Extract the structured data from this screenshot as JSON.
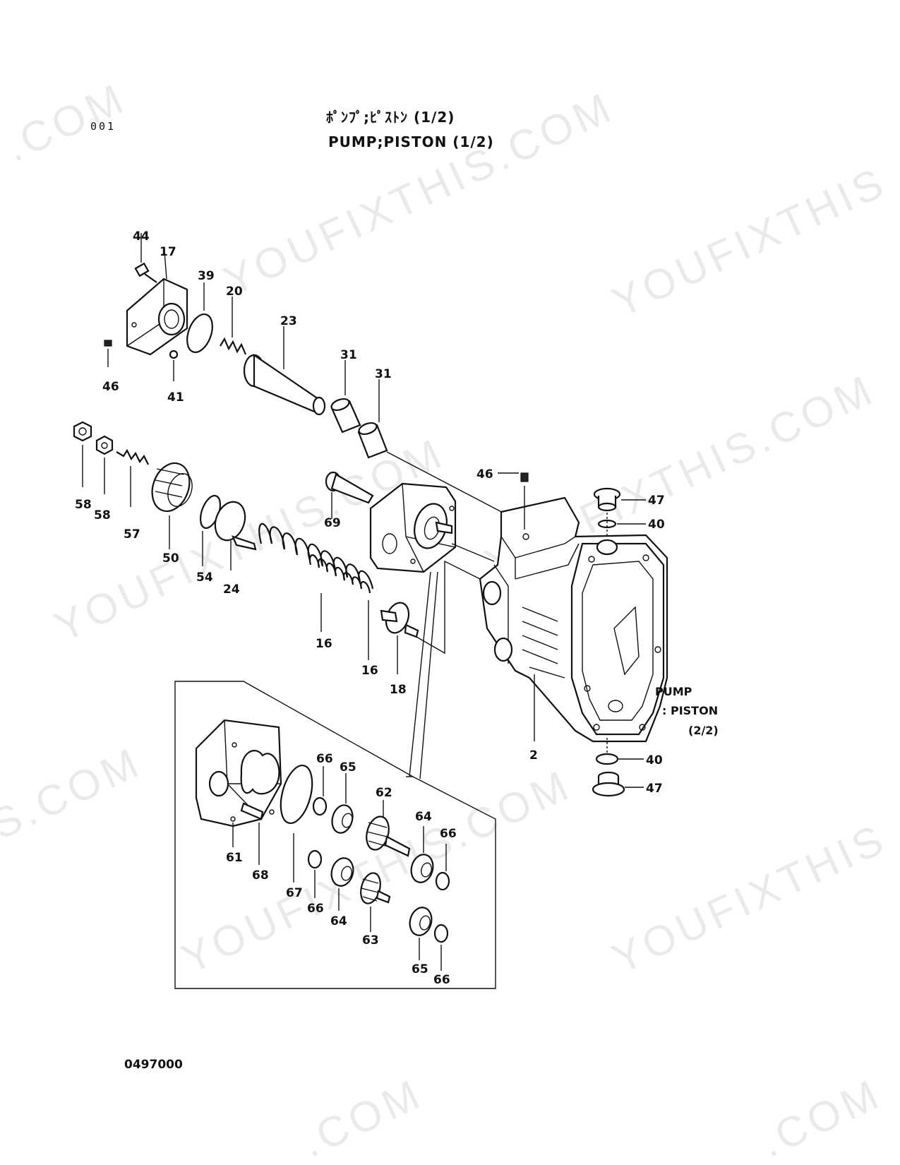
{
  "header": {
    "page_number": "001",
    "title_jp": "ﾎﾟﾝﾌﾟ;ﾋﾟｽﾄﾝ (1/2)",
    "title_en": "PUMP;PISTON (1/2)"
  },
  "footer": {
    "code": "0497000"
  },
  "reference_label": {
    "line1": "PUMP",
    "line2": ": PISTON",
    "line3": "(2/2)"
  },
  "watermark": {
    "text_com": ".COM",
    "text_site": "YOUFIXTHIS",
    "text_full": "YOUFIXTHIS.COM",
    "text_partial": "S.COM"
  },
  "callouts": {
    "c44": "44",
    "c17": "17",
    "c39": "39",
    "c20": "20",
    "c23": "23",
    "c31a": "31",
    "c31b": "31",
    "c46a": "46",
    "c41": "41",
    "c46b": "46",
    "c47a": "47",
    "c40a": "40",
    "c58a": "58",
    "c58b": "58",
    "c57": "57",
    "c50": "50",
    "c54": "54",
    "c24": "24",
    "c69": "69",
    "c16a": "16",
    "c16b": "16",
    "c18": "18",
    "c2": "2",
    "c40b": "40",
    "c47b": "47",
    "c66a": "66",
    "c65a": "65",
    "c62": "62",
    "c64a": "64",
    "c66b": "66",
    "c61": "61",
    "c68": "68",
    "c67": "67",
    "c66c": "66",
    "c64b": "64",
    "c63": "63",
    "c65b": "65",
    "c66d": "66"
  }
}
